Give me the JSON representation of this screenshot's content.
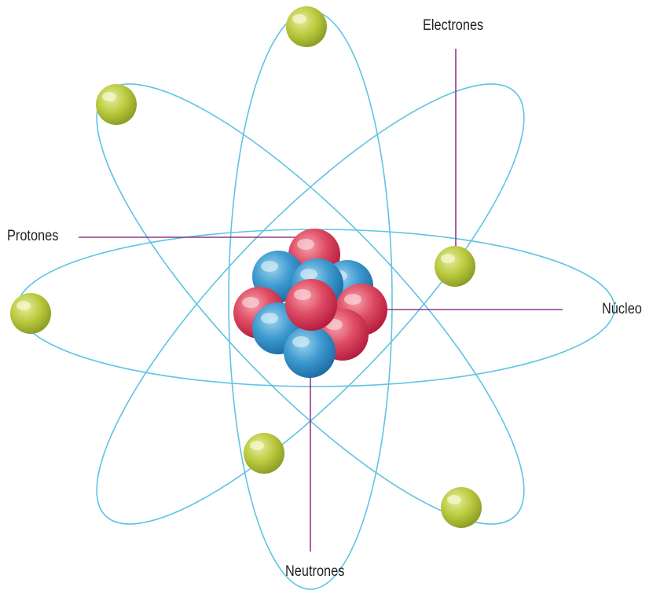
{
  "labels": {
    "electrones": "Electrones",
    "protones": "Protones",
    "nucleo": "Núcleo",
    "neutrones": "Neutrones"
  },
  "colors": {
    "orbit": "#5fc4e3",
    "leader": "#8e3a8e",
    "electron": "#b4c53a",
    "proton": "#d9304f",
    "neutron": "#2f8fc7"
  }
}
